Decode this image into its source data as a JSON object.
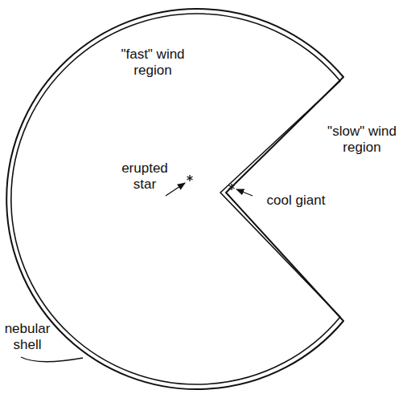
{
  "diagram": {
    "labels": [
      "\"fast\" wind region",
      "\"slow\" wind region",
      "erupted star",
      "cool giant",
      "nebular shell"
    ]
  }
}
